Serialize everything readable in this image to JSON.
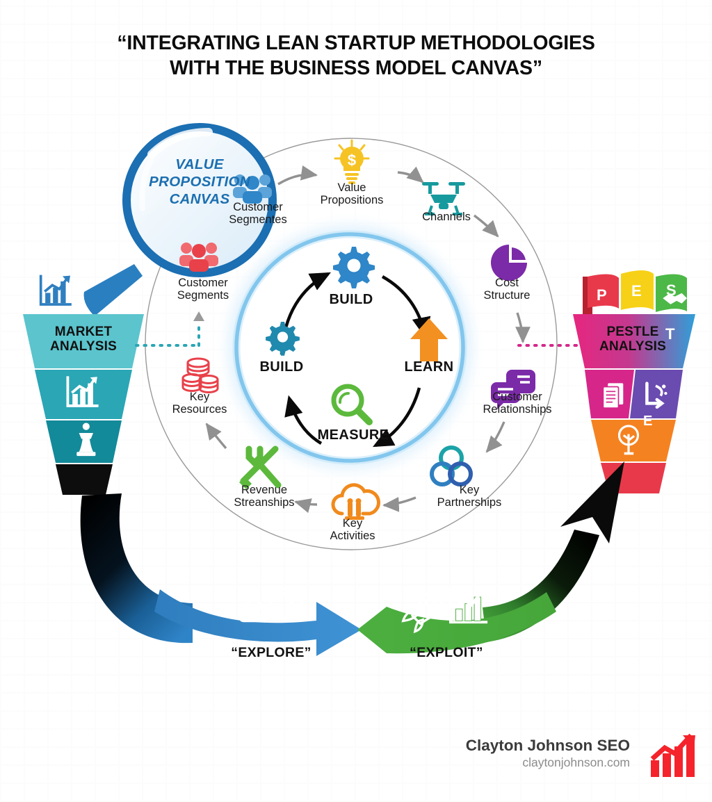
{
  "title": {
    "line1": "“INTEGRATING LEAN STARTUP METHODOLOGIES",
    "line2": "WITH THE BUSINESS MODEL CANVAS”"
  },
  "magnifier": {
    "label_line1": "VALUE",
    "label_line2": "PROPOSITION",
    "label_line3": "CANVAS",
    "lens_color": "#1b6fb2",
    "handle_color": "#2a7fc0"
  },
  "bmc_ring": {
    "items": [
      {
        "key": "customer_segmentes",
        "label_line1": "Customer",
        "label_line2": "Segmentes",
        "icon": "people-group-icon",
        "color": "#3a8ccc"
      },
      {
        "key": "value_propositions",
        "label_line1": "Value",
        "label_line2": "Propositions",
        "icon": "lightbulb-dollar-icon",
        "color": "#f6c324"
      },
      {
        "key": "channels",
        "label_line1": "Channels",
        "label_line2": "",
        "icon": "drone-icon",
        "color": "#179a9e"
      },
      {
        "key": "cost_structure",
        "label_line1": "Cost",
        "label_line2": "Structure",
        "icon": "pie-chart-icon",
        "color": "#7b2aa8"
      },
      {
        "key": "customer_relationships",
        "label_line1": "Customer",
        "label_line2": "Relationships",
        "icon": "speech-bubbles-icon",
        "color": "#7b2aa8"
      },
      {
        "key": "key_partnerships",
        "label_line1": "Key",
        "label_line2": "Partnerships",
        "icon": "three-rings-icon",
        "color": "#2f7fc0"
      },
      {
        "key": "key_activities",
        "label_line1": "Key",
        "label_line2": "Activities",
        "icon": "cloud-gears-icon",
        "color": "#f08a1c"
      },
      {
        "key": "revenue_streanships",
        "label_line1": "Revenue",
        "label_line2": "Streanships",
        "icon": "tools-wrench-screwdriver-icon",
        "color": "#5cb93c"
      },
      {
        "key": "key_resources",
        "label_line1": "Key",
        "label_line2": "Resources",
        "icon": "coins-stack-icon",
        "color": "#e8414a"
      },
      {
        "key": "customer_segments",
        "label_line1": "Customer",
        "label_line2": "Segments",
        "icon": "people-group-icon",
        "color": "#e8414a"
      }
    ]
  },
  "build_measure_learn": {
    "build_top": "BUILD",
    "build_left": "BUILD",
    "learn": "LEARN",
    "measure": "MEASURE",
    "icons": {
      "build_top": "gear-icon",
      "build_left": "gear-icon",
      "learn": "up-arrow-icon",
      "measure": "magnifier-icon"
    },
    "colors": {
      "build_top": "#2f86c8",
      "build_left": "#2089ae",
      "learn": "#f29021",
      "measure": "#5cb93c"
    }
  },
  "market_analysis": {
    "title_line1": "MARKET",
    "title_line2": "ANALYSIS",
    "top_icon": "bar-chart-growth-icon",
    "tier_icons": [
      "bar-chart-growth-icon",
      "chess-queen-icon"
    ],
    "colors": [
      "#5bc4cd",
      "#2aa6b5",
      "#128a99",
      "#0d0d0d"
    ],
    "connector_color": "#2aa6b5"
  },
  "pestle_analysis": {
    "title_line1": "PESTLE",
    "title_line2": "ANALYSIS",
    "letters": [
      "P",
      "E",
      "S",
      "T",
      "L",
      "E"
    ],
    "flag_colors": [
      "#e8394a",
      "#f7d117",
      "#4cb847"
    ],
    "body_colors": [
      "#e6267f",
      "#2f9fd8",
      "#d6268a",
      "#6a4bb0",
      "#f58220",
      "#e8394a"
    ],
    "connector_color": "#d6268a"
  },
  "bottom_arrows": {
    "explore_label": "“EXPLORE”",
    "exploit_label": "“EXPLOIT”",
    "explore_color": "#2f84c8",
    "exploit_color": "#4caf3f",
    "explore_icons": [
      "flask-icon",
      "question-mark-icon"
    ],
    "exploit_icons": [
      "rocket-icon",
      "bar-chart-growth-icon"
    ]
  },
  "footer": {
    "brand_name": "Clayton Johnson SEO",
    "brand_url": "claytonjohnson.com",
    "logo_icon": "bar-chart-arrow-icon",
    "logo_color": "#f5232b"
  }
}
